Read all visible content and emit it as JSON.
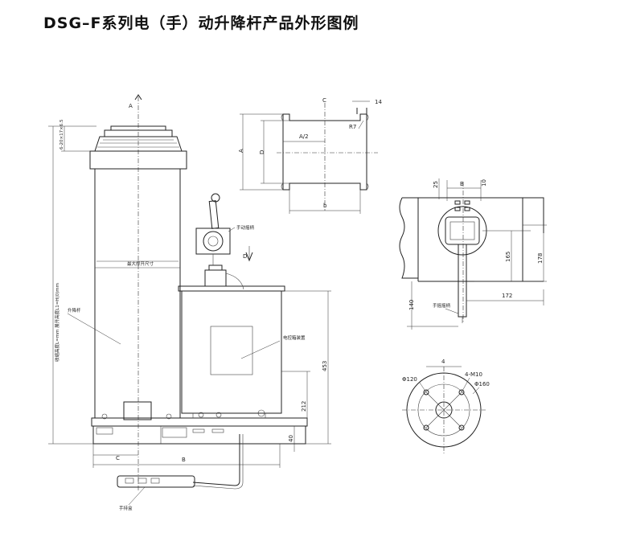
{
  "title": "DSG–F系列电（手）动升降杆产品外形图例",
  "front_view": {
    "label_a": "A",
    "label_c": "C",
    "label_b": "B",
    "label_d": "D",
    "dim_top": "6-20×17×6.5",
    "mast_label": "升降杆",
    "height_label": "收缩高度L=mm 展开高度L1=H(0)mm",
    "tube_label": "最大撑开尺寸",
    "handwheel_label": "手动摇柄",
    "control_box_label": "电控箱装置",
    "dim_453": "453",
    "dim_212": "212",
    "dim_40": "40",
    "pendant_label": "手持盒"
  },
  "top_view": {
    "label_c": "C",
    "label_14": "14",
    "label_r": "R7",
    "label_a": "A",
    "label_d": "D",
    "label_a2": "A/2",
    "label_b": "b"
  },
  "side_view": {
    "label_b": "B",
    "dim_25": "25",
    "dim_10": "10",
    "dim_165": "165",
    "dim_178": "178",
    "dim_140": "140",
    "dim_172": "172",
    "crank_label": "手摇摇柄"
  },
  "flange_view": {
    "label_4": "4",
    "label_4m10": "4-M10",
    "label_d120": "Φ120",
    "label_d160": "Φ160"
  }
}
